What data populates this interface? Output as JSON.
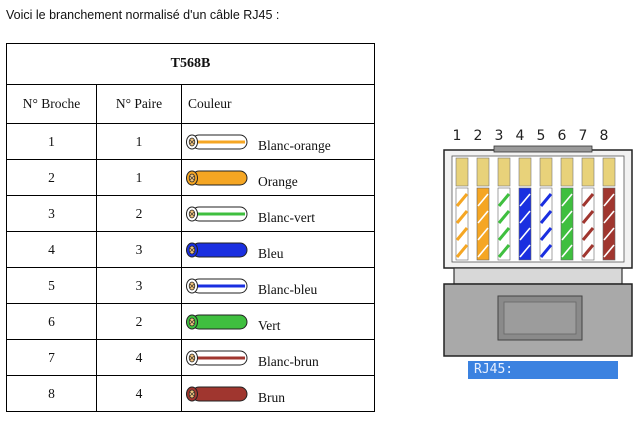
{
  "intro_text": "Voici le branchement normalisé d'un câble RJ45 :",
  "table": {
    "title": "T568B",
    "headers": {
      "broche": "N° Broche",
      "paire": "N° Paire",
      "couleur": "Couleur"
    },
    "rows": [
      {
        "broche": "1",
        "paire": "1",
        "couleur": "Blanc-orange",
        "color": "#f5a623",
        "striped": true
      },
      {
        "broche": "2",
        "paire": "1",
        "couleur": "Orange",
        "color": "#f5a623",
        "striped": false
      },
      {
        "broche": "3",
        "paire": "2",
        "couleur": "Blanc-vert",
        "color": "#3fbf3f",
        "striped": true
      },
      {
        "broche": "4",
        "paire": "3",
        "couleur": "Bleu",
        "color": "#1a2fe0",
        "striped": false
      },
      {
        "broche": "5",
        "paire": "3",
        "couleur": "Blanc-bleu",
        "color": "#1a2fe0",
        "striped": true
      },
      {
        "broche": "6",
        "paire": "2",
        "couleur": "Vert",
        "color": "#3fbf3f",
        "striped": false
      },
      {
        "broche": "7",
        "paire": "4",
        "couleur": "Blanc-brun",
        "color": "#a0362f",
        "striped": true
      },
      {
        "broche": "8",
        "paire": "4",
        "couleur": "Brun",
        "color": "#a0362f",
        "striped": false
      }
    ]
  },
  "diagram": {
    "pins": [
      "1",
      "2",
      "3",
      "4",
      "5",
      "6",
      "7",
      "8"
    ],
    "label": "RJ45:"
  }
}
